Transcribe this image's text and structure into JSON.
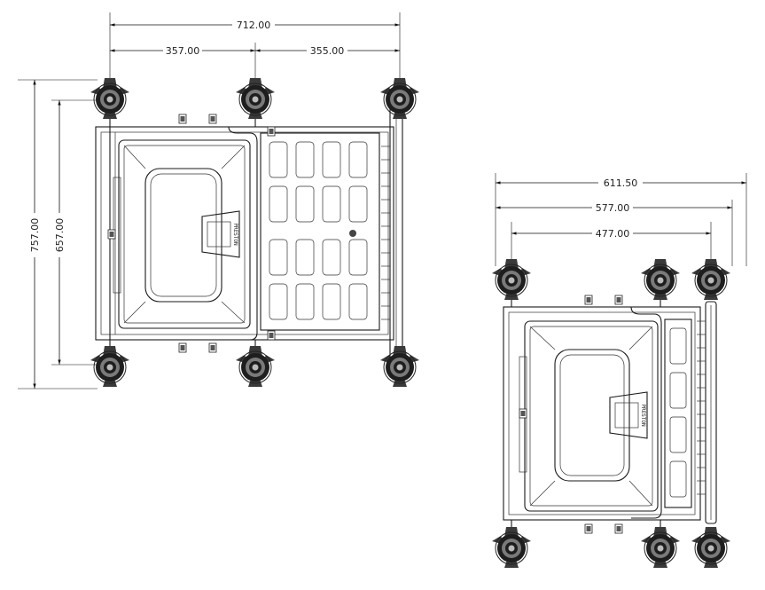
{
  "drawing_views": {
    "left_view": {
      "overall_width": "712.00",
      "left_width": "357.00",
      "right_width": "355.00",
      "overall_depth": "757.00",
      "inner_depth": "657.00",
      "box_label": "PRESTON"
    },
    "right_view": {
      "overall_width": "611.50",
      "mid_width": "577.00",
      "inner_width": "477.00",
      "box_label": "PRESTON"
    }
  }
}
